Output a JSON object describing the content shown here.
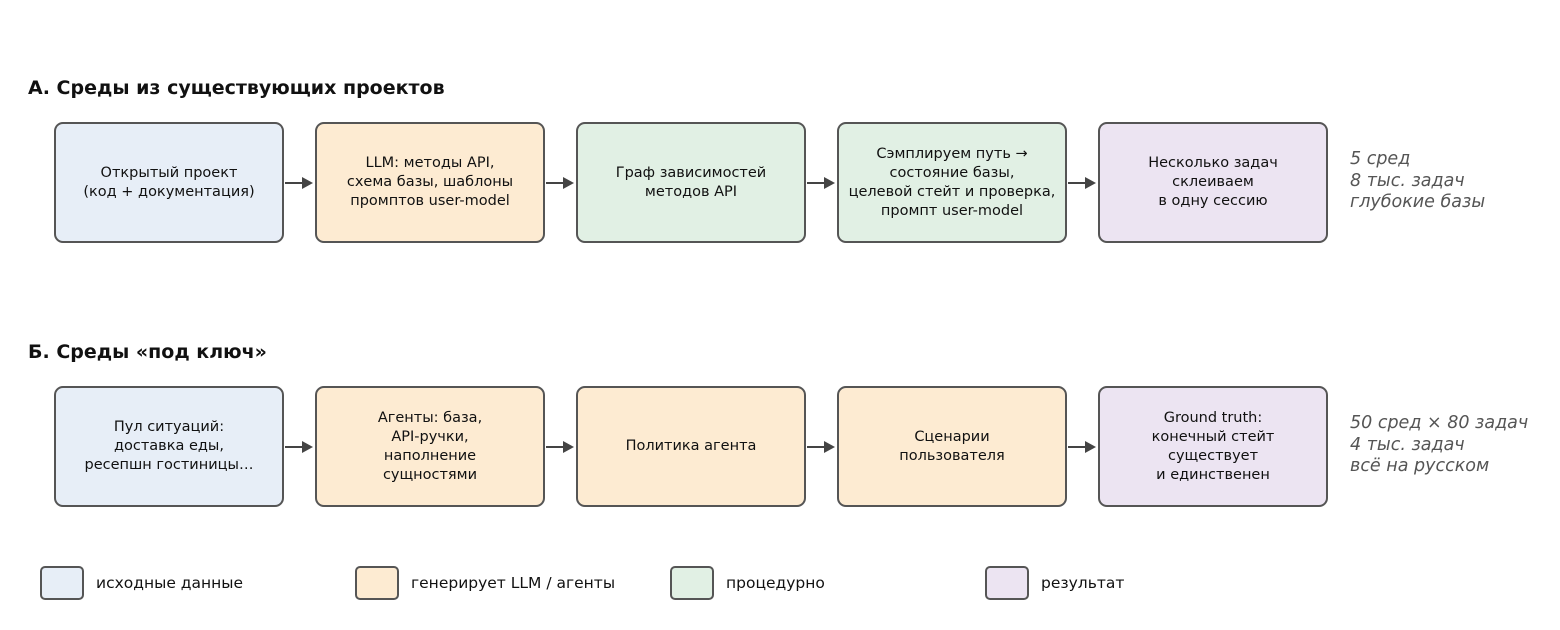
{
  "section_a": {
    "title": "А. Среды из существующих проектов",
    "steps": [
      {
        "text": "Открытый проект\n(код + документация)",
        "category": "input"
      },
      {
        "text": "LLM: методы API,\nсхема базы, шаблоны\nпромптов user-model",
        "category": "llm"
      },
      {
        "text": "Граф зависимостей\nметодов API",
        "category": "procedural"
      },
      {
        "text": "Сэмплируем путь →\nсостояние базы,\nцелевой стейт и проверка,\nпромпт user-model",
        "category": "procedural"
      },
      {
        "text": "Несколько задач\nсклеиваем\nв одну сессию",
        "category": "result"
      }
    ],
    "note": "5 сред\n8 тыс. задач\nглубокие базы"
  },
  "section_b": {
    "title": "Б. Среды «под ключ»",
    "steps": [
      {
        "text": "Пул ситуаций:\nдоставка еды,\nресепшн гостиницы…",
        "category": "input"
      },
      {
        "text": "Агенты: база,\nAPI-ручки,\nнаполнение\nсущностями",
        "category": "llm"
      },
      {
        "text": "Политика агента",
        "category": "llm"
      },
      {
        "text": "Сценарии\nпользователя",
        "category": "llm"
      },
      {
        "text": "Ground truth:\nконечный стейт\nсуществует\nи единственен",
        "category": "result"
      }
    ],
    "note": "50 сред × 80 задач\n4 тыс. задач\nвсё на русском"
  },
  "legend": [
    {
      "label": "исходные данные",
      "category": "input"
    },
    {
      "label": "генерирует LLM / агенты",
      "category": "llm"
    },
    {
      "label": "процедурно",
      "category": "procedural"
    },
    {
      "label": "результат",
      "category": "result"
    }
  ],
  "colors": {
    "input": "#e7eef7",
    "llm": "#fdebd2",
    "procedural": "#e1f0e4",
    "result": "#ece4f2",
    "border": "#555555",
    "arrow": "#444444",
    "note_text": "#555555"
  }
}
